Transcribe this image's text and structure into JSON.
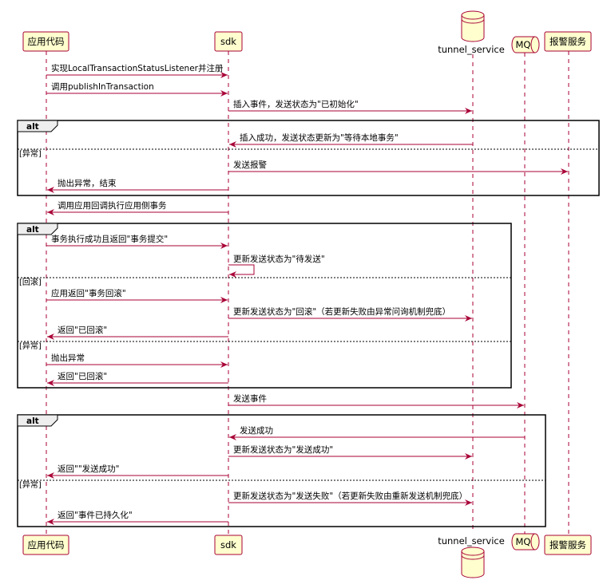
{
  "participants": {
    "app": "应用代码",
    "sdk": "sdk",
    "tunnel": "tunnel_service",
    "mq": "MQ",
    "alert": "报警服务"
  },
  "messages": {
    "m1": "实现LocalTransactionStatusListener并注册",
    "m2": "调用publishInTransaction",
    "m3": "插入事件，发送状态为\"已初始化\"",
    "m4": "插入成功，发送状态更新为\"等待本地事务\"",
    "m5": "发送报警",
    "m6": "抛出异常，结束",
    "m7": "调用应用回调执行应用侧事务",
    "m8": "事务执行成功且返回\"事务提交\"",
    "m9": "更新发送状态为\"待发送\"",
    "m10": "应用返回\"事务回滚\"",
    "m11": "更新发送状态为\"回滚\"（若更新失败由异常问询机制兜底）",
    "m12": "返回\"已回滚\"",
    "m13": "抛出异常",
    "m14": "返回\"已回滚\"",
    "m15": "发送事件",
    "m16": "发送成功",
    "m17": "更新发送状态为\"发送成功\"",
    "m18": "返回\"\"发送成功\"",
    "m19": "更新发送状态为\"发送失败\"（若更新失败由重新发送机制兜底）",
    "m20": "返回\"事件已持久化\""
  },
  "fragments": {
    "alt_keyword": "alt",
    "guard_exception": "[异常]",
    "guard_rollback": "[回滚]"
  },
  "colors": {
    "participant_fill": "#FEFECE",
    "participant_border": "#A80036",
    "arrow": "#A80036",
    "lifeline": "#A80036",
    "fragment_label_fill": "#EEEEEE"
  }
}
